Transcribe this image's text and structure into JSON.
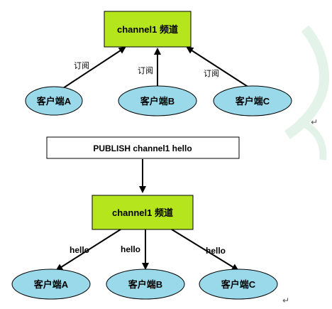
{
  "top": {
    "channel_label": "channel1 频道",
    "clients": [
      "客户端A",
      "客户端B",
      "客户端C"
    ],
    "edge_labels": [
      "订阅",
      "订阅",
      "订阅"
    ]
  },
  "publish": {
    "command_label": "PUBLISH channel1 hello"
  },
  "bottom": {
    "channel_label": "channel1 频道",
    "clients": [
      "客户端A",
      "客户端B",
      "客户端C"
    ],
    "edge_labels": [
      "hello",
      "hello",
      "hello"
    ]
  },
  "marks": {
    "return_symbol": "↵"
  },
  "colors": {
    "channel_fill": "#b5e61d",
    "client_fill": "#99d9ea",
    "stroke": "#000000",
    "watermark": "#e3f3ea"
  }
}
